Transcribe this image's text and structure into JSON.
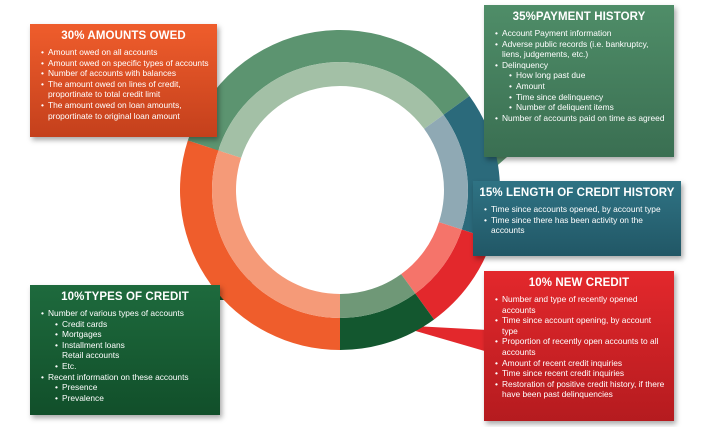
{
  "colors": {
    "payment_outer": "#5c9470",
    "payment_inner": "#a3c0a6",
    "length_outer": "#2b6a7b",
    "length_inner": "#8fa9b4",
    "new_outer": "#e3282c",
    "new_inner": "#f5746a",
    "types_outer": "#13572f",
    "types_inner": "#6f9877",
    "amounts_outer": "#ef5d2c",
    "amounts_inner": "#f59a78"
  },
  "chart_data": {
    "type": "pie",
    "segments": [
      {
        "label": "PAYMENT HISTORY",
        "percent": 35
      },
      {
        "label": "LENGTH OF CREDIT HISTORY",
        "percent": 15
      },
      {
        "label": "NEW CREDIT",
        "percent": 10
      },
      {
        "label": "TYPES OF CREDIT",
        "percent": 10
      },
      {
        "label": "AMOUNTS OWED",
        "percent": 30
      }
    ]
  },
  "amounts_owed": {
    "title": "30% AMOUNTS OWED",
    "items": [
      "Amount owed on all accounts",
      "Amount owed on specific types of accounts",
      "Number of accounts with balances",
      "The amount owed on lines of credit, proportinate to total credit limit",
      "The amount owed on loan amounts, proportinate to original loan amount"
    ]
  },
  "payment_history": {
    "title": "35%PAYMENT HISTORY",
    "items": [
      "Account Payment information",
      "Adverse public records (i.e. bankruptcy, liens, judgements, etc.)",
      "Delinquency",
      "How long past due",
      "Amount",
      "Time since delinquency",
      "Number of deliquent items",
      "Number of accounts paid on time as agreed"
    ]
  },
  "length_history": {
    "title": "15% LENGTH OF CREDIT HISTORY",
    "items": [
      "Time since accounts opened, by account type",
      "Time since there has been activity on the accounts"
    ]
  },
  "new_credit": {
    "title": "10% NEW CREDIT",
    "items": [
      "Number and type of recently opened accounts",
      "Time since account opening, by account type",
      "Proportion of recently open accounts to all accounts",
      "Amount of recent credit inquiries",
      "Time since recent credit inquiries",
      "Restoration of positive credit history, if there have been past delinquencies"
    ]
  },
  "types_credit": {
    "title": "10%TYPES OF CREDIT",
    "items": [
      "Number of various types of accounts",
      "Credit cards",
      "Mortgages",
      "Installment loans",
      "Retail accounts",
      "Etc.",
      "Recent information on these accounts",
      "Presence",
      "Prevalence"
    ]
  }
}
